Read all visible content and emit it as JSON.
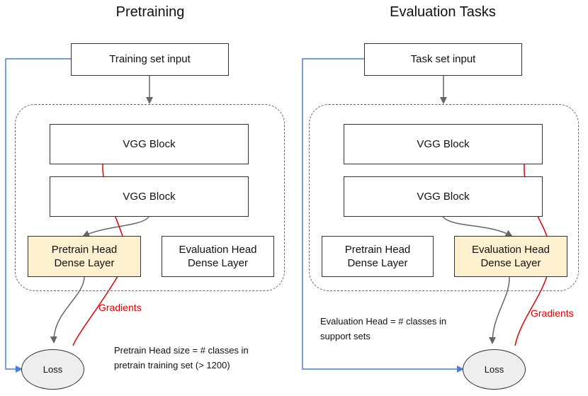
{
  "pretraining": {
    "title": "Pretraining",
    "input_label": "Training set input",
    "vgg_block_1": "VGG Block",
    "vgg_block_2": "VGG Block",
    "pretrain_head": {
      "line1": "Pretrain Head",
      "line2": "Dense Layer"
    },
    "eval_head": {
      "line1": "Evaluation Head",
      "line2": "Dense Layer"
    },
    "gradients_label": "Gradients",
    "loss_label": "Loss",
    "note": {
      "line1": "Pretrain Head size = # classes in",
      "line2": "pretrain training set (> 1200)"
    }
  },
  "evaluation": {
    "title": "Evaluation Tasks",
    "input_label": "Task set input",
    "vgg_block_1": "VGG Block",
    "vgg_block_2": "VGG Block",
    "pretrain_head": {
      "line1": "Pretrain Head",
      "line2": "Dense Layer"
    },
    "eval_head": {
      "line1": "Evaluation Head",
      "line2": "Dense Layer"
    },
    "gradients_label": "Gradients",
    "loss_label": "Loss",
    "note": {
      "line1": "Evaluation Head = # classes in",
      "line2": "support sets"
    }
  },
  "colors": {
    "active_head_fill": "#fdf0cf",
    "gradient_arrow": "#e00000",
    "input_arrow": "#4a7fd4",
    "flow_arrow": "#666666",
    "loss_fill": "#eeeeee"
  }
}
